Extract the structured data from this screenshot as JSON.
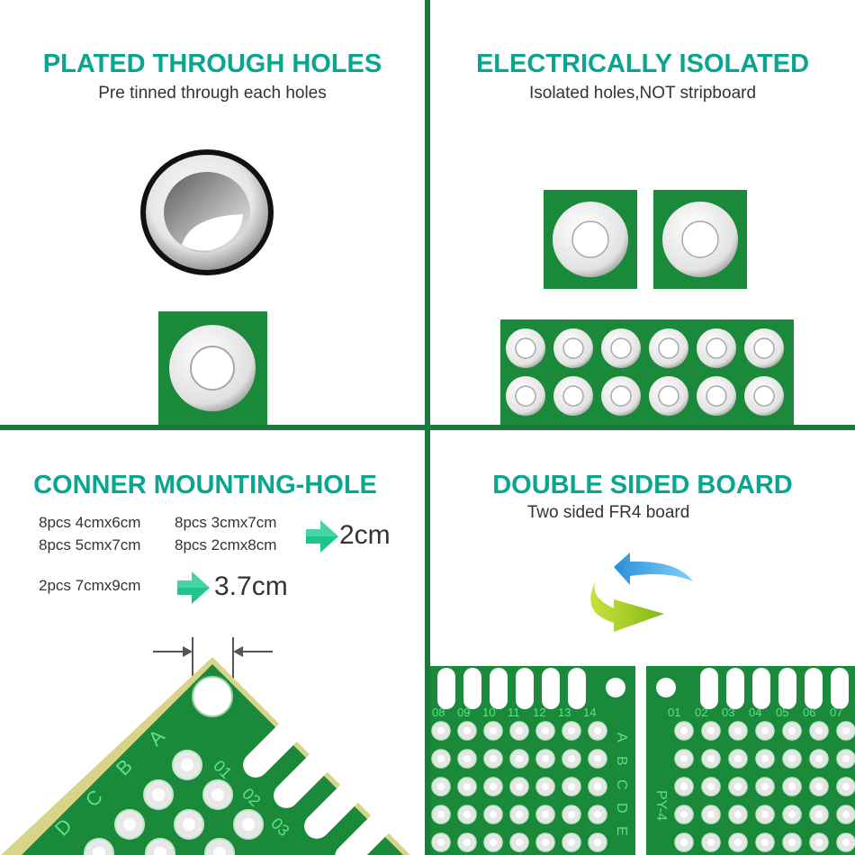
{
  "panels": {
    "plated": {
      "title": "PLATED THROUGH HOLES",
      "subtitle": "Pre tinned through each holes"
    },
    "isolated": {
      "title": "ELECTRICALLY ISOLATED",
      "subtitle": "Isolated holes,NOT stripboard"
    },
    "mounting": {
      "title": "CONNER MOUNTING-HOLE",
      "specs": {
        "row1_a": "8pcs 4cmx6cm",
        "row1_b": "8pcs 3cmx7cm",
        "row2_a": "8pcs 5cmx7cm",
        "row2_b": "8pcs 2cmx8cm",
        "row3": "2pcs 7cmx9cm"
      },
      "dim_small": "2cm",
      "dim_large": "3.7cm",
      "board_rows": [
        "A",
        "B",
        "C",
        "D"
      ],
      "board_cols": [
        "01",
        "02",
        "03"
      ]
    },
    "double": {
      "title": "DOUBLE SIDED BOARD",
      "subtitle": "Two sided FR4 board",
      "left_cols": [
        "08",
        "09",
        "10",
        "11",
        "12",
        "13",
        "14"
      ],
      "right_cols": [
        "01",
        "02",
        "03",
        "04",
        "05",
        "06",
        "07"
      ],
      "left_rows": [
        "A",
        "B",
        "C",
        "D",
        "E"
      ],
      "board_mark": "PY-4"
    }
  },
  "colors": {
    "title": "#0aa58e",
    "board_green": "#1a8a3a",
    "divider": "#1b7a3c",
    "arrow_green": "#1fc48f",
    "flip_yellow": "#a6cf22",
    "flip_blue": "#2a8fd8"
  },
  "icons": [
    "plated-hole-icon",
    "isolated-hole-icon",
    "arrow-right-icon",
    "flip-arrows-icon",
    "dimension-arrow-icon"
  ]
}
